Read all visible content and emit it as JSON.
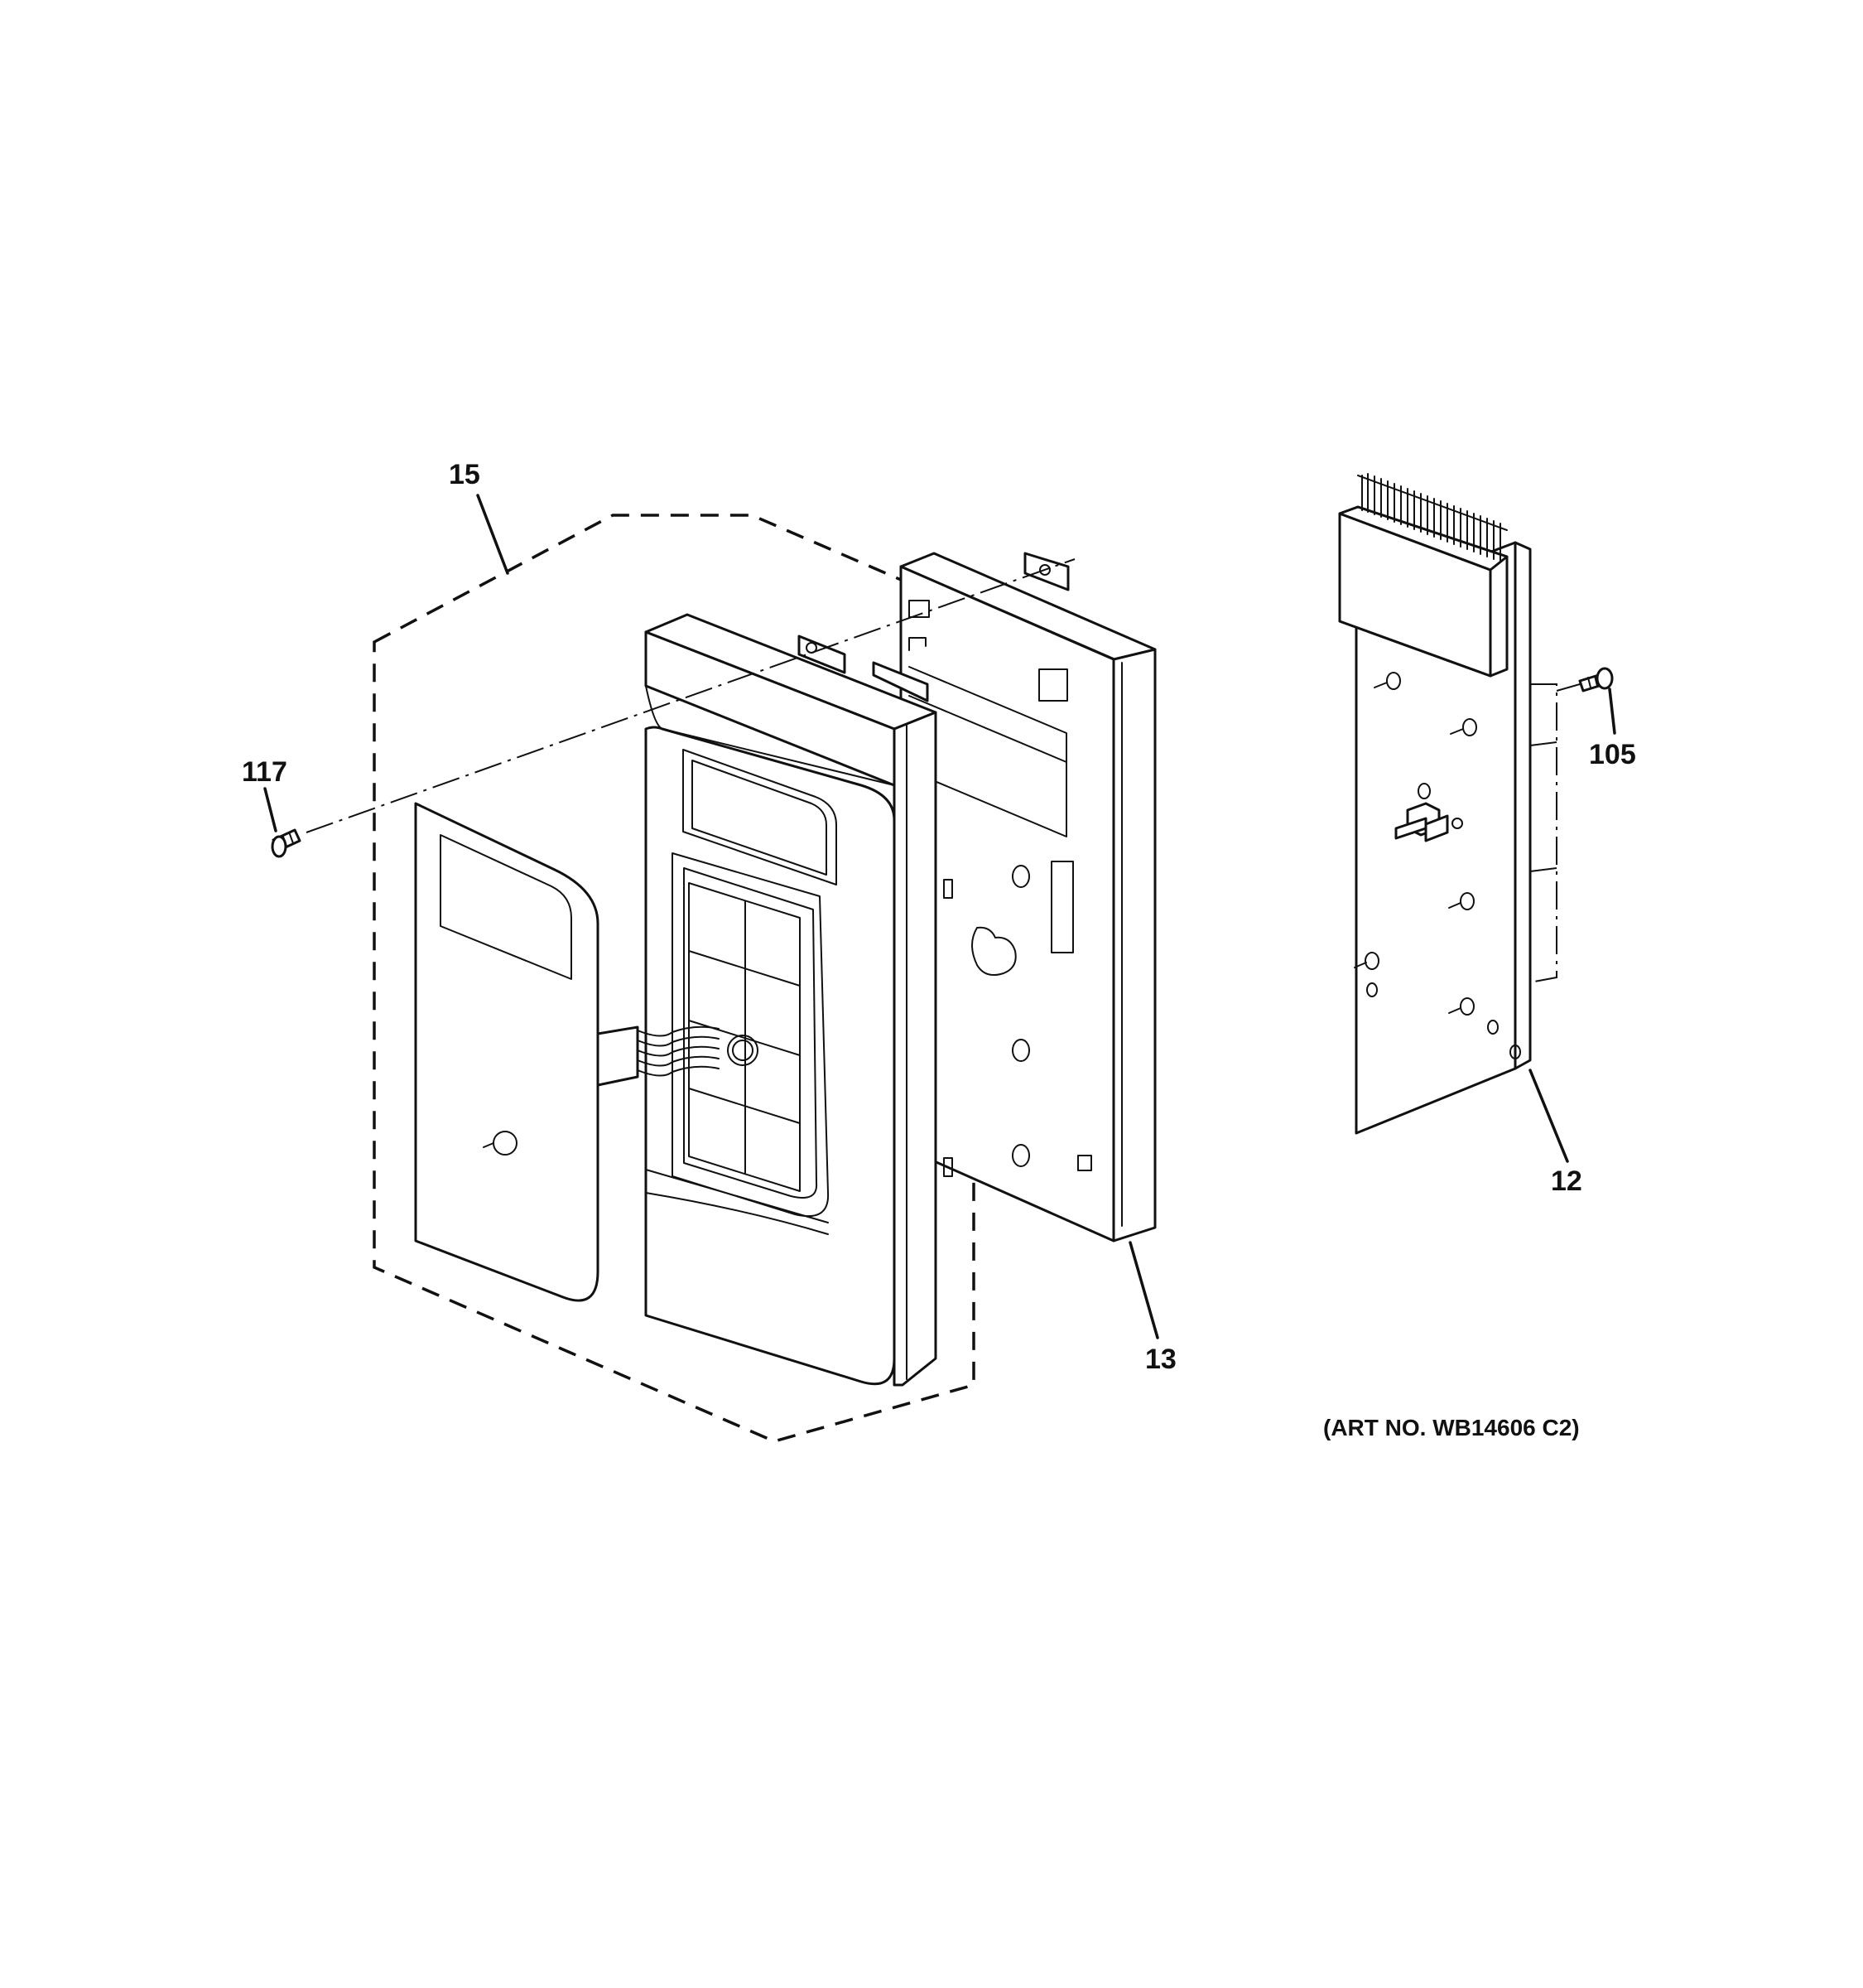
{
  "callouts": {
    "p15": "15",
    "p117": "117",
    "p13": "13",
    "p12": "12",
    "p105": "105"
  },
  "art_number": "(ART NO. WB14606 C2)"
}
